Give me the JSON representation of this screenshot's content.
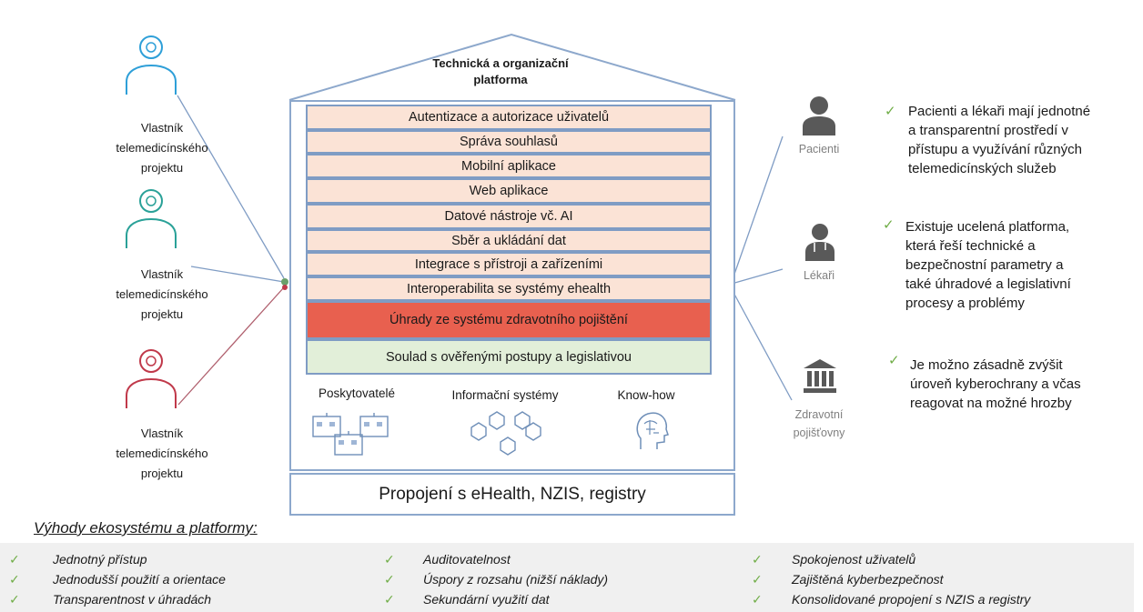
{
  "platform": {
    "title_line1": "Technická a organizační",
    "title_line2": "platforma",
    "layers": [
      "Autentizace a autorizace uživatelů",
      "Správa souhlasů",
      "Mobilní aplikace",
      "Web aplikace",
      "Datové nástroje vč. AI",
      "Sběr a ukládání dat",
      "Integrace s přístroji a zařízeními",
      "Interoperabilita se systémy ehealth",
      "Úhrady ze systému zdravotního pojištění",
      "Soulad s ověřenými postupy a legislativou"
    ],
    "columns": [
      "Poskytovatelé",
      "Informační systémy",
      "Know-how"
    ],
    "footer": "Propojení s eHealth, NZIS, registry"
  },
  "owners": [
    {
      "line1": "Vlastník",
      "line2": "telemedicínského",
      "line3": "projektu",
      "color": "#2e9fd8"
    },
    {
      "line1": "Vlastník",
      "line2": "telemedicínského",
      "line3": "projektu",
      "color": "#2aa198"
    },
    {
      "line1": "Vlastník",
      "line2": "telemedicínského",
      "line3": "projektu",
      "color": "#c0394a"
    }
  ],
  "stakeholders": [
    {
      "label": "Pacienti",
      "icon": "patient-icon"
    },
    {
      "label": "Lékaři",
      "icon": "doctor-icon"
    },
    {
      "label1": "Zdravotní",
      "label2": "pojišťovny",
      "icon": "insurance-building-icon"
    }
  ],
  "benefits": [
    {
      "lines": [
        "Pacienti a lékaři mají jednotné",
        "a transparentní prostředí v",
        "přístupu a využívání různých",
        "telemedicínských  služeb"
      ]
    },
    {
      "lines": [
        "Existuje ucelená platforma,",
        "která řeší technické a",
        "bezpečnostní parametry a",
        "také úhradové a legislativní",
        "procesy a problémy"
      ]
    },
    {
      "lines": [
        "Je možno zásadně zvýšit",
        "úroveň kyberochrany  a včas",
        "reagovat na možné hrozby"
      ]
    }
  ],
  "advantages": {
    "title": "Výhody ekosystému a platformy:",
    "col1": [
      "Jednotný přístup",
      "Jednodušší použití a orientace",
      "Transparentnost v úhradách"
    ],
    "col2": [
      "Auditovatelnost",
      "Úspory z rozsahu (nižší náklady)",
      "Sekundární využití dat"
    ],
    "col3": [
      "Spokojenost uživatelů",
      "Zajištěná kyberbezpečnost",
      "Konsolidované propojení s NZIS a registry"
    ]
  },
  "check_glyph": "✓",
  "colors": {
    "layer_fill": "#fbe3d6",
    "layer_red": "#e8604f",
    "layer_green": "#e2efd9",
    "border": "#8da8cc",
    "check": "#70ad47"
  }
}
